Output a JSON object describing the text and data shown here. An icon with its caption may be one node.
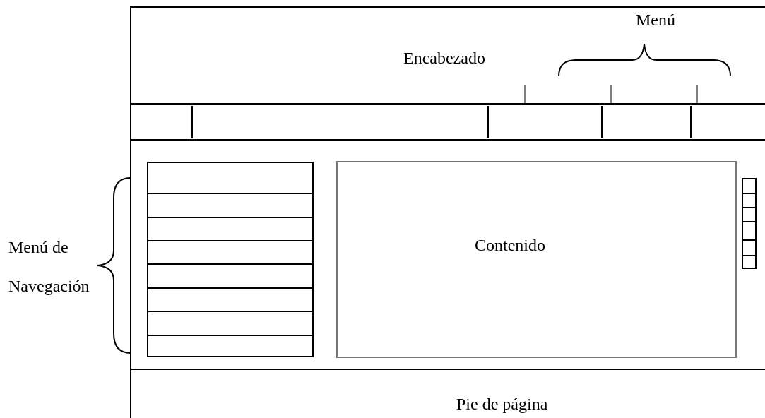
{
  "diagram": {
    "nodes": [
      {
        "text": [
          "Encabezado"
        ]
      },
      {
        "text": [
          "Contenido"
        ]
      },
      {
        "text": [
          "Pie de página"
        ]
      }
    ],
    "labels": [
      "Menú",
      "Menú de Navegación"
    ]
  }
}
